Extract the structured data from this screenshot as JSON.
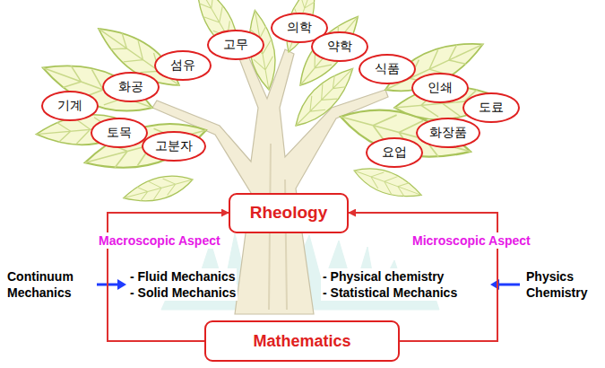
{
  "diagram": {
    "nodes": [
      {
        "text": [
          "의학"
        ]
      },
      {
        "text": [
          "고무"
        ]
      },
      {
        "text": [
          "약학"
        ]
      },
      {
        "text": [
          "섬유"
        ]
      },
      {
        "text": [
          "식품"
        ]
      },
      {
        "text": [
          "화공"
        ]
      },
      {
        "text": [
          "인쇄"
        ]
      },
      {
        "text": [
          "기계"
        ]
      },
      {
        "text": [
          "도료"
        ]
      },
      {
        "text": [
          "토목"
        ]
      },
      {
        "text": [
          "화장품"
        ]
      },
      {
        "text": [
          "고분자"
        ]
      },
      {
        "text": [
          "요업"
        ]
      },
      {
        "text": [
          "Rheology"
        ]
      },
      {
        "text": [
          "Mathematics"
        ]
      }
    ],
    "edges": [
      {
        "from": 14,
        "to": 13,
        "arrow": "to"
      },
      {
        "from": 14,
        "to": 13,
        "arrow": "to"
      }
    ],
    "labels": [
      "Macroscopic Aspect",
      "Microscopic Aspect",
      "Continuum Mechanics",
      "- Fluid Mechanics",
      "- Solid Mechanics",
      "- Physical chemistry",
      "- Statistical Mechanics",
      "Physics Chemistry"
    ]
  }
}
